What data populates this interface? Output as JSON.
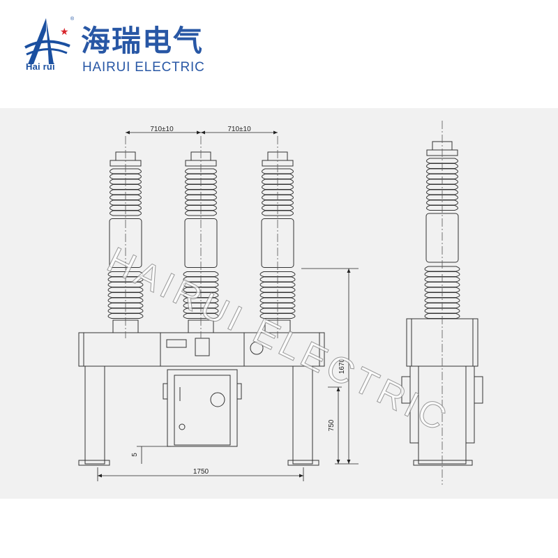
{
  "brand": {
    "logo_latin": "Hai rui",
    "logo_reg": "®",
    "name_cn": "海瑞电气",
    "name_en": "HAIRUI ELECTRIC"
  },
  "drawing": {
    "dim_pole_spacing_left": "710±10",
    "dim_pole_spacing_right": "710±10",
    "dim_total_height": "1670",
    "dim_frame_height": "750",
    "dim_base_offset": "5",
    "dim_base_width": "1750",
    "watermark": "HAIRUI ELECTRIC"
  },
  "colors": {
    "brand_blue": "#2857a5",
    "line": "#333333",
    "background": "#f1f1f1"
  }
}
